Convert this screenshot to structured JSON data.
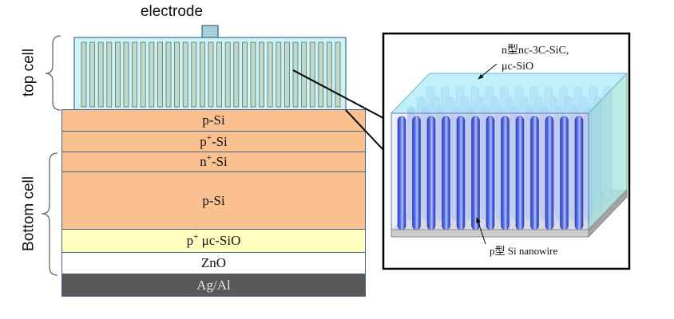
{
  "electrode": {
    "label": "electrode"
  },
  "top_cell": {
    "label": "top cell",
    "fill": "#CCF3F8"
  },
  "bottom_cell": {
    "label": "Bottom cell"
  },
  "layers": [
    {
      "pre": "p-Si",
      "color": "#FAC090"
    },
    {
      "pre": "p",
      "sup": "+",
      "post": "-Si",
      "color": "#FAC090"
    },
    {
      "pre": "n",
      "sup": "+",
      "post": "-Si",
      "color": "#FAC090"
    },
    {
      "pre": "p-Si",
      "color": "#FAC090"
    },
    {
      "pre": "p",
      "sup": "+",
      "post": " μc-SiO",
      "color": "#FFFFC0"
    },
    {
      "pre": "ZnO",
      "color": "#FFFFFF"
    },
    {
      "pre": "Ag/Al",
      "color": "#595959",
      "text_color": "#E6E6E6"
    }
  ],
  "zoom": {
    "matrix_label_line1": "n型nc-3C-SiC,",
    "matrix_label_line2": "μc-SiO",
    "nanowire_label": "p型 Si nanowire",
    "matrix_color": "#AEEBF8"
  }
}
